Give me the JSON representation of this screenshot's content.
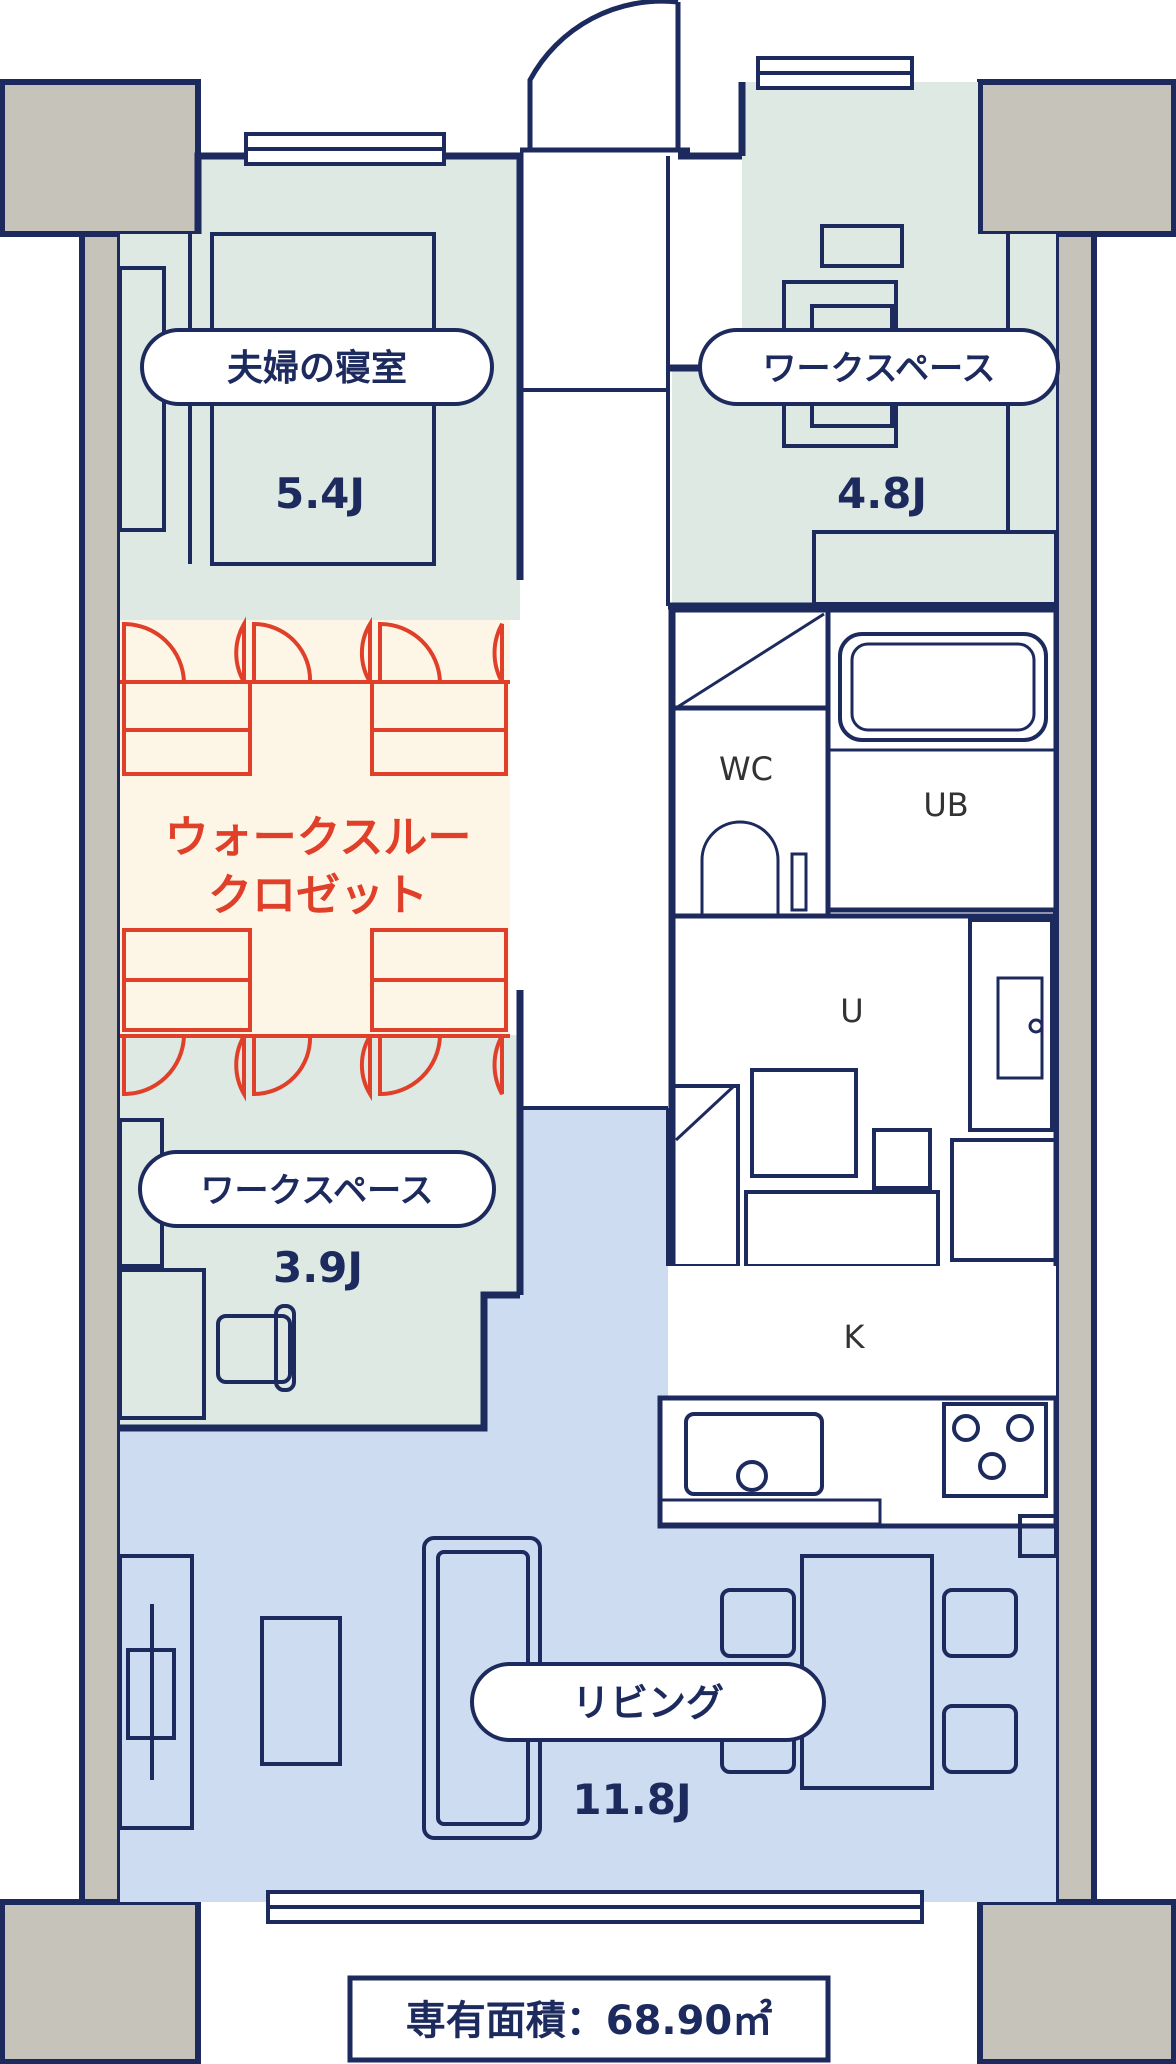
{
  "rooms": {
    "bedroom": {
      "name": "夫婦の寝室",
      "size": "5.4J"
    },
    "workspace_top": {
      "name": "ワークスペース",
      "size": "4.8J"
    },
    "wic": {
      "line1": "ウォークスルー",
      "line2": "クロゼット"
    },
    "workspace_left": {
      "name": "ワークスペース",
      "size": "3.9J"
    },
    "living": {
      "name": "リビング",
      "size": "11.8J"
    }
  },
  "fixtures": {
    "wc": "WC",
    "ub": "UB",
    "u": "U",
    "k": "K"
  },
  "area": {
    "label": "専有面積",
    "separator": "：",
    "value": "68.90㎡"
  },
  "colors": {
    "wall": "#1c2a5e",
    "room_green": "#dde9e2",
    "room_blue": "#cddcf0",
    "closet": "#fdf6e6",
    "closet_line": "#e0402a",
    "pillar": "#c5c3ba"
  }
}
